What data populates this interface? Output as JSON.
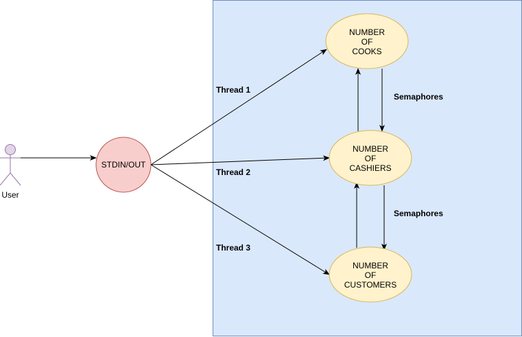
{
  "colors": {
    "container_fill": "#dae8fc",
    "container_stroke": "#6c8ebf",
    "yellow_fill": "#fff2cc",
    "yellow_stroke": "#d6b656",
    "red_fill": "#f8cecc",
    "red_stroke": "#b85450",
    "actor_fill": "#e1d5e7",
    "actor_stroke": "#9673a6",
    "line": "#000000"
  },
  "actor": {
    "label": "User",
    "icon": "person-icon"
  },
  "nodes": {
    "stdin": {
      "label": "STDIN/OUT"
    },
    "cooks": {
      "lines": [
        "NUMBER",
        "OF",
        "COOKS"
      ]
    },
    "cashiers": {
      "lines": [
        "NUMBER",
        "OF",
        "CASHIERS"
      ]
    },
    "customers": {
      "lines": [
        "NUMBER",
        "OF",
        "CUSTOMERS"
      ]
    }
  },
  "edge_labels": {
    "thread1": "Thread 1",
    "thread2": "Thread 2",
    "thread3": "Thread 3",
    "sem1": "Semaphores",
    "sem2": "Semaphores"
  }
}
